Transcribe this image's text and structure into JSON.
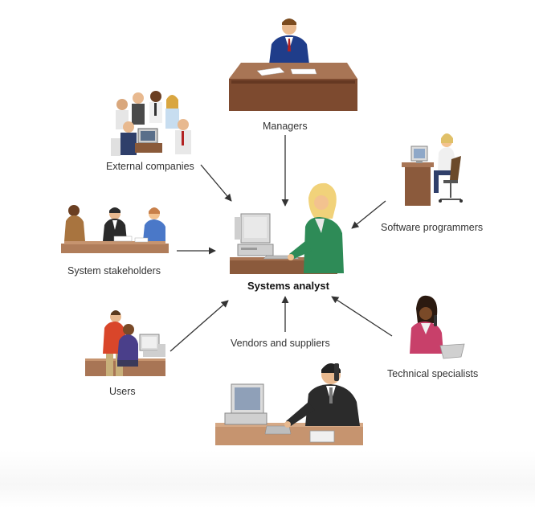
{
  "diagram": {
    "center": {
      "label": "Systems analyst"
    },
    "nodes": [
      {
        "id": "managers",
        "label": "Managers",
        "icon": "manager-at-desk"
      },
      {
        "id": "external",
        "label": "External companies",
        "icon": "group-of-people"
      },
      {
        "id": "programmers",
        "label": "Software programmers",
        "icon": "programmer-at-desk"
      },
      {
        "id": "stakeholders",
        "label": "System stakeholders",
        "icon": "meeting-at-table"
      },
      {
        "id": "users",
        "label": "Users",
        "icon": "users-at-computer"
      },
      {
        "id": "vendors",
        "label": "Vendors and suppliers",
        "icon": "vendor-on-phone"
      },
      {
        "id": "specialists",
        "label": "Technical specialists",
        "icon": "specialist-on-phone"
      }
    ],
    "colors": {
      "desk": "#8b5a3c",
      "suit": "#1f3d8a",
      "analyst_jacket": "#2e8b57",
      "hair_blonde": "#f1d27a",
      "monitor": "#d9d9d9",
      "arrow": "#333333"
    }
  }
}
